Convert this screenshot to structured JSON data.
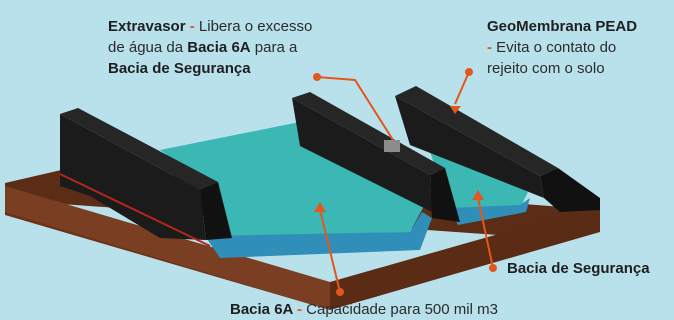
{
  "labels": {
    "extravasor": {
      "name": "Extravasor",
      "separator": " - ",
      "t1": "Libera o excesso",
      "t2": "de água da ",
      "t3": "Bacia 6A",
      "t4": " para a",
      "t5": "Bacia de Segurança"
    },
    "geomembrana": {
      "name": "GeoMembrana PEAD",
      "separator": "- ",
      "t1": "Evita o contato do",
      "t2": "rejeito com o solo"
    },
    "bacia_seguranca": {
      "name": "Bacia de Segurança"
    },
    "bacia_6a": {
      "name": "Bacia 6A",
      "separator": " - ",
      "t1": "Capacidade para  500 mil m3"
    }
  },
  "colors": {
    "background": "#b9e1ec",
    "earth": "#7a3e22",
    "earth_dark": "#5c2c16",
    "membrane": "#1b1b1b",
    "water": "#3bb7b4",
    "water_front": "#2f8fb8",
    "pointer": "#e4571c"
  }
}
